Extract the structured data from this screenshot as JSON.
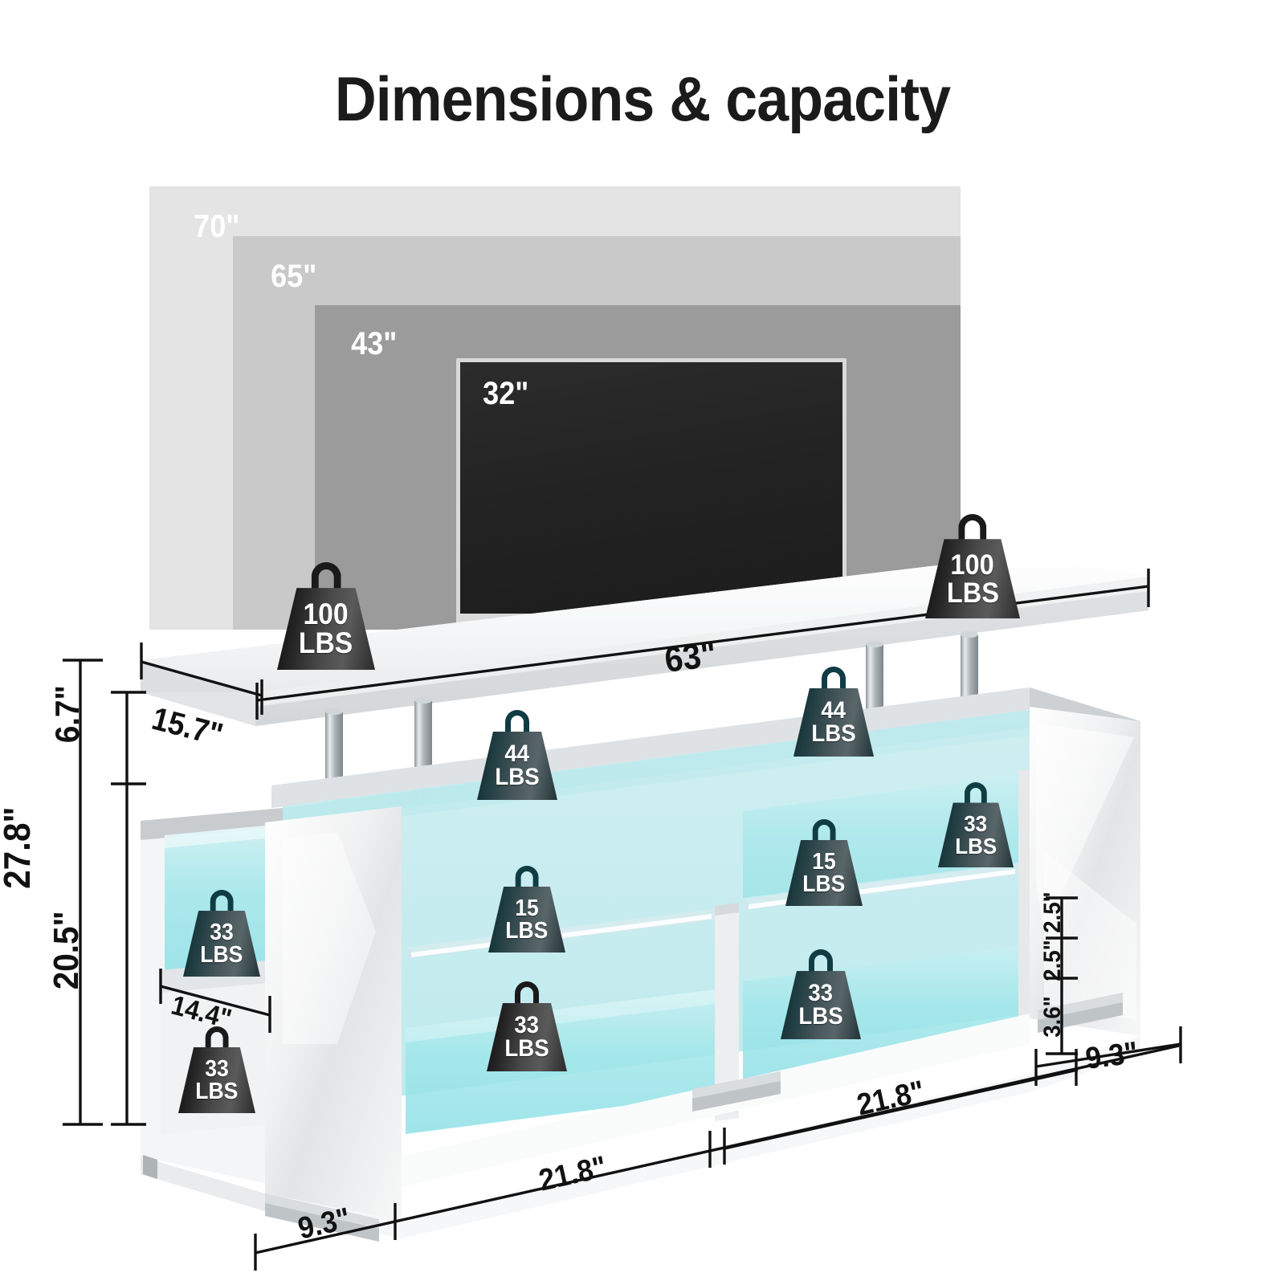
{
  "page": {
    "title": "Dimensions & capacity",
    "background": "#ffffff"
  },
  "tv_sizes": [
    {
      "label": "70\"",
      "color": "#e4e4e4"
    },
    {
      "label": "65\"",
      "color": "#c9c9c9"
    },
    {
      "label": "43\"",
      "color": "#9b9b9b"
    },
    {
      "label": "32\"",
      "color": "#232323"
    }
  ],
  "weights": [
    {
      "id": "top-left",
      "value": "100",
      "unit": "LBS",
      "style": "dark"
    },
    {
      "id": "top-right",
      "value": "100",
      "unit": "LBS",
      "style": "dark"
    },
    {
      "id": "mid-shelf-left",
      "value": "44",
      "unit": "LBS",
      "style": "cyan"
    },
    {
      "id": "mid-shelf-right",
      "value": "44",
      "unit": "LBS",
      "style": "cyan"
    },
    {
      "id": "glass-left",
      "value": "15",
      "unit": "LBS",
      "style": "cyan"
    },
    {
      "id": "glass-right",
      "value": "15",
      "unit": "LBS",
      "style": "cyan"
    },
    {
      "id": "side-upper-left",
      "value": "33",
      "unit": "LBS",
      "style": "cyan"
    },
    {
      "id": "side-lower-left",
      "value": "33",
      "unit": "LBS",
      "style": "dark"
    },
    {
      "id": "bottom-left",
      "value": "33",
      "unit": "LBS",
      "style": "dark"
    },
    {
      "id": "bottom-right",
      "value": "33",
      "unit": "LBS",
      "style": "cyan"
    },
    {
      "id": "upper-right",
      "value": "33",
      "unit": "LBS",
      "style": "cyan"
    }
  ],
  "dimensions": {
    "total_height": "27.8\"",
    "top_gap": "6.7\"",
    "cabinet_height": "20.5\"",
    "depth": "15.7\"",
    "shelf_opening": "14.4\"",
    "total_width": "63\"",
    "bottom_left_foot": "9.3\"",
    "bottom_bay_left": "21.8\"",
    "bottom_bay_right": "21.8\"",
    "bottom_right_foot": "9.3\"",
    "right_seg_top": "2.5\"",
    "right_seg_mid": "2.5\"",
    "right_seg_low": "3.6\""
  },
  "colors": {
    "led_glow": "#9fe6ea",
    "cabinet_white": "#f3f4f4",
    "chrome": "#b9c0c4",
    "line": "#111111"
  }
}
